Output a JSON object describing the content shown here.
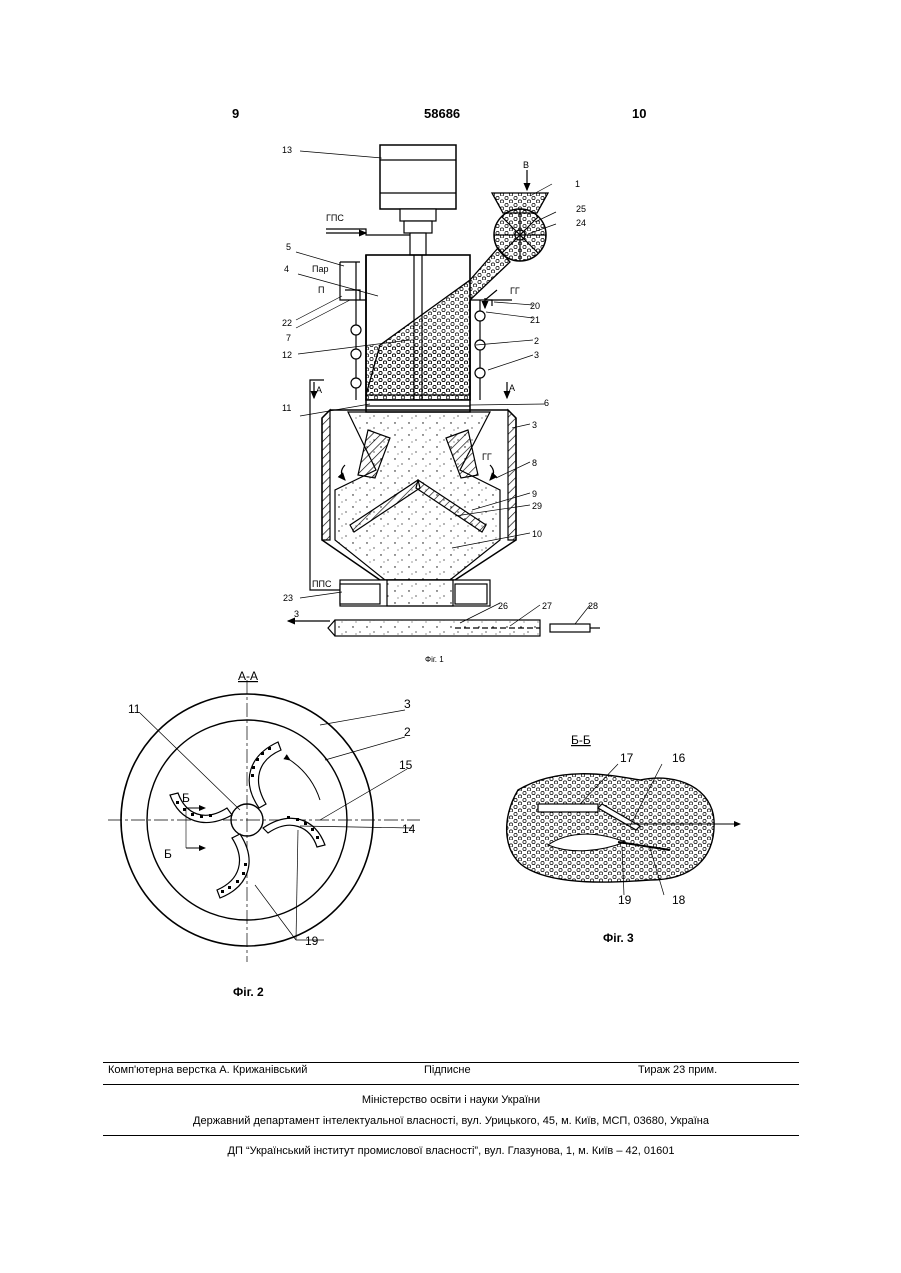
{
  "header": {
    "page_left": "9",
    "patent_number": "58686",
    "page_right": "10"
  },
  "fig1": {
    "caption": "Фіг. 1",
    "labels": {
      "l13": "13",
      "lB": "В",
      "l1": "1",
      "lGPS": "ГПС",
      "l25": "25",
      "l24": "24",
      "l5": "5",
      "lPar": "Пар",
      "l4": "4",
      "lGG1": "ГГ",
      "lP": "П",
      "l20": "20",
      "l21": "21",
      "l22": "22",
      "l7": "7",
      "l2": "2",
      "l12": "12",
      "l3a": "3",
      "lA1": "А",
      "lA2": "А",
      "l11": "11",
      "l6": "6",
      "l3b": "3",
      "lGG2": "ГГ",
      "l8": "8",
      "l9": "9",
      "l29": "29",
      "l10": "10",
      "lPPS": "ППС",
      "l23": "23",
      "l26": "26",
      "l27": "27",
      "l28": "28",
      "l3out": "3"
    }
  },
  "fig2": {
    "section": "А-А",
    "caption": "Фіг. 2",
    "labels": {
      "l11": "11",
      "l3": "3",
      "l2": "2",
      "l15": "15",
      "l14": "14",
      "lB1": "Б",
      "lB2": "Б",
      "l19": "19"
    }
  },
  "fig3": {
    "section": "Б-Б",
    "caption": "Фіг. 3",
    "labels": {
      "l17": "17",
      "l16": "16",
      "l19": "19",
      "l18": "18"
    }
  },
  "footer": {
    "layout": "Комп'ютерна верстка А. Крижанівський",
    "signed": "Підписне",
    "circulation": "Тираж 23 прим.",
    "ministry": "Міністерство освіти і науки України",
    "department": "Державний департамент інтелектуальної власності, вул. Урицького, 45, м. Київ, МСП, 03680, Україна",
    "institute": "ДП “Український інститут промислової власності”, вул. Глазунова, 1, м. Київ – 42, 01601"
  }
}
